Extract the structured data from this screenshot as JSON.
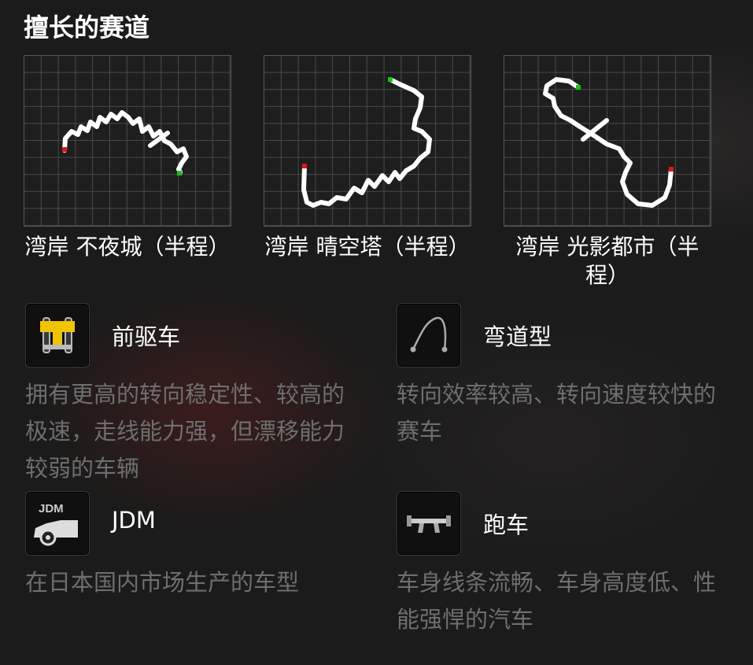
{
  "section_title": "擅长的赛道",
  "tracks": [
    {
      "name": "湾岸 不夜城（半程）"
    },
    {
      "name": "湾岸 晴空塔（半程）"
    },
    {
      "name": "湾岸 光影都市（半程）"
    }
  ],
  "tags": [
    {
      "icon": "front-drive-icon",
      "title": "前驱车",
      "desc": "拥有更高的转向稳定性、较高的极速，走线能力强，但漂移能力较弱的车辆"
    },
    {
      "icon": "curve-icon",
      "title": "弯道型",
      "desc": "转向效率较高、转向速度较快的赛车"
    },
    {
      "icon": "jdm-car-icon",
      "icon_label": "JDM",
      "title": "JDM",
      "desc": "在日本国内市场生产的车型"
    },
    {
      "icon": "spoiler-icon",
      "title": "跑车",
      "desc": "车身线条流畅、车身高度低、性能强悍的汽车"
    }
  ]
}
